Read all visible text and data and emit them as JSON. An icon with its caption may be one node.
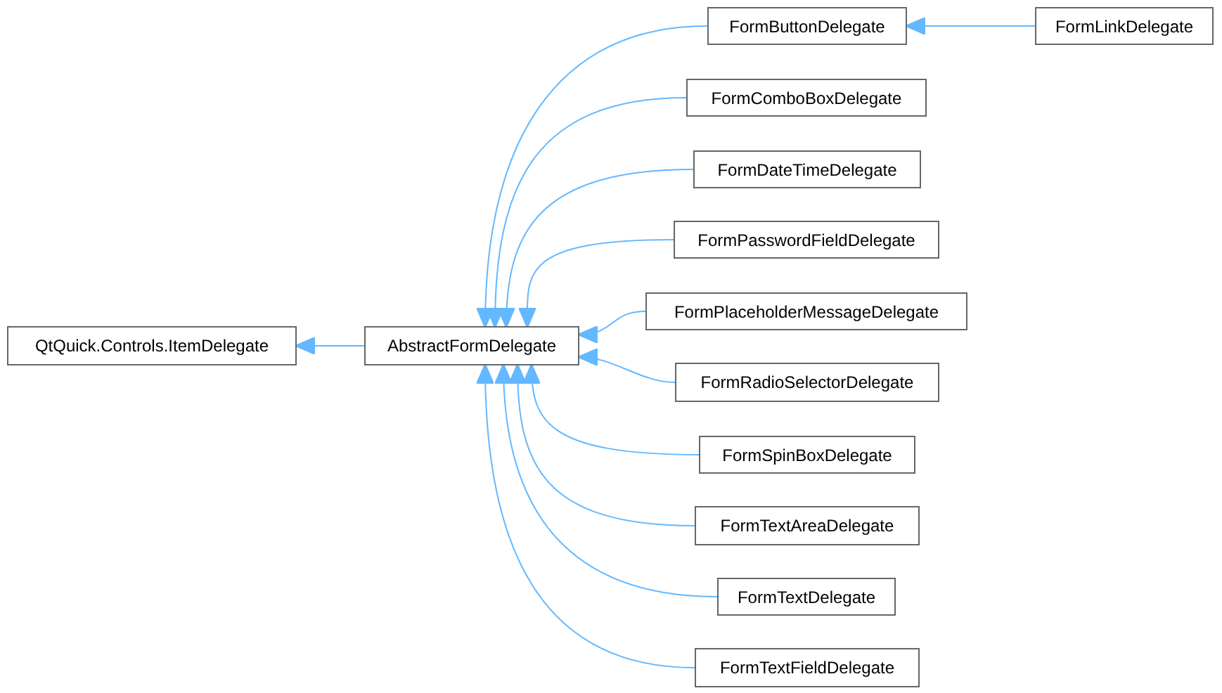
{
  "diagram": {
    "nodes": [
      {
        "text": [
          "QtQuick.Controls.ItemDelegate"
        ]
      },
      {
        "text": [
          "AbstractFormDelegate"
        ]
      },
      {
        "text": [
          "FormButtonDelegate"
        ]
      },
      {
        "text": [
          "FormLinkDelegate"
        ]
      },
      {
        "text": [
          "FormComboBoxDelegate"
        ]
      },
      {
        "text": [
          "FormDateTimeDelegate"
        ]
      },
      {
        "text": [
          "FormPasswordFieldDelegate"
        ]
      },
      {
        "text": [
          "FormPlaceholderMessageDelegate"
        ]
      },
      {
        "text": [
          "FormRadioSelectorDelegate"
        ]
      },
      {
        "text": [
          "FormSpinBoxDelegate"
        ]
      },
      {
        "text": [
          "FormTextAreaDelegate"
        ]
      },
      {
        "text": [
          "FormTextDelegate"
        ]
      },
      {
        "text": [
          "FormTextFieldDelegate"
        ]
      }
    ],
    "edges": [
      {
        "from": 1,
        "to": 0,
        "arrow": "to"
      },
      {
        "from": 2,
        "to": 1,
        "arrow": "to"
      },
      {
        "from": 3,
        "to": 2,
        "arrow": "to"
      },
      {
        "from": 4,
        "to": 1,
        "arrow": "to"
      },
      {
        "from": 5,
        "to": 1,
        "arrow": "to"
      },
      {
        "from": 6,
        "to": 1,
        "arrow": "to"
      },
      {
        "from": 7,
        "to": 1,
        "arrow": "to"
      },
      {
        "from": 8,
        "to": 1,
        "arrow": "to"
      },
      {
        "from": 9,
        "to": 1,
        "arrow": "to"
      },
      {
        "from": 10,
        "to": 1,
        "arrow": "to"
      },
      {
        "from": 11,
        "to": 1,
        "arrow": "to"
      },
      {
        "from": 12,
        "to": 1,
        "arrow": "to"
      }
    ]
  }
}
